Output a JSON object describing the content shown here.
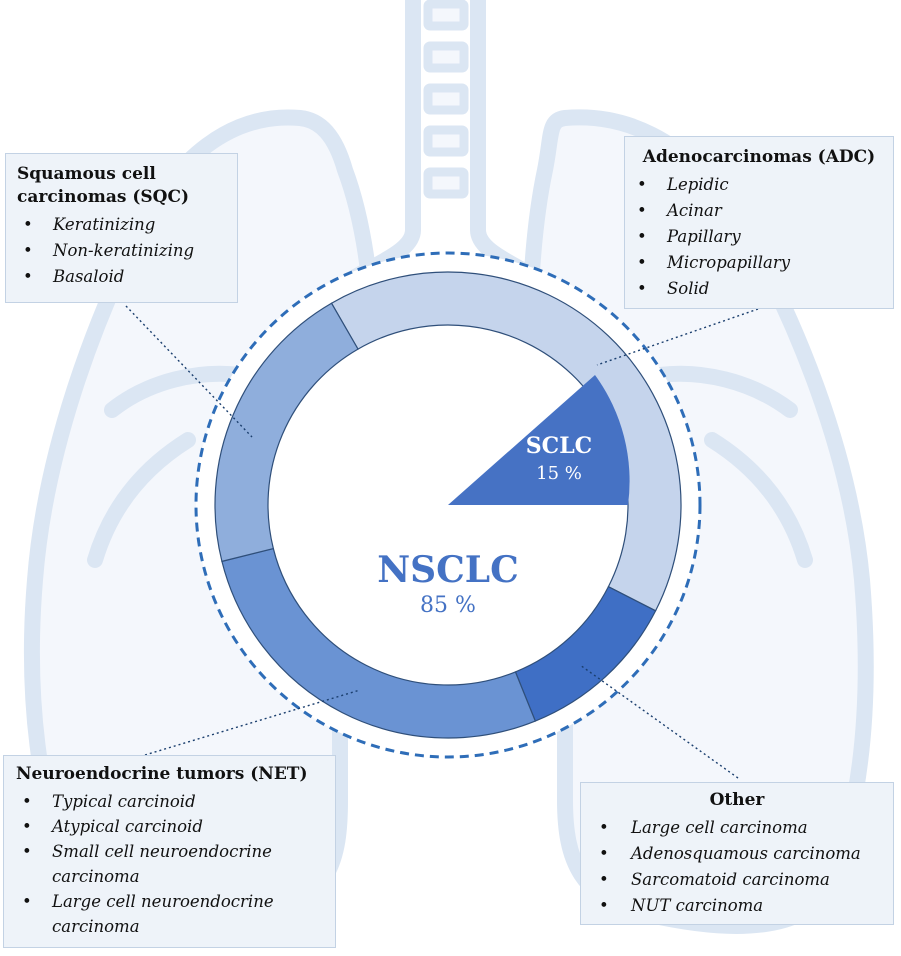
{
  "center": {
    "label": "NSCLC",
    "percent": "85 %"
  },
  "sclc": {
    "label": "SCLC",
    "percent": "15 %"
  },
  "boxes": {
    "sqc": {
      "title": "Squamous cell carcinomas (SQC)",
      "items": [
        "Keratinizing",
        "Non-keratinizing",
        "Basaloid"
      ]
    },
    "adc": {
      "title": "Adenocarcinomas (ADC)",
      "items": [
        "Lepidic",
        "Acinar",
        "Papillary",
        "Micropapillary",
        "Solid"
      ]
    },
    "net": {
      "title": "Neuroendocrine tumors (NET)",
      "items": [
        "Typical carcinoid",
        "Atypical carcinoid",
        "Small cell neuroendocrine carcinoma",
        "Large cell neuroendocrine carcinoma"
      ]
    },
    "other": {
      "title": "Other",
      "items": [
        "Large cell carcinoma",
        "Adenosquamous carcinoma",
        "Sarcomatoid carcinoma",
        "NUT carcinoma"
      ]
    }
  },
  "colors": {
    "adc_segment": "#c5d4ec",
    "sqc_segment": "#8faedc",
    "net_segment": "#6a93d3",
    "other_segment": "#3f6fc5",
    "sclc_wedge": "#4672c4",
    "label_blue": "#4472c4",
    "lung_fill": "#f4f7fc",
    "lung_stroke": "#d7e4f2",
    "dashed_ring": "#2e6db8"
  }
}
